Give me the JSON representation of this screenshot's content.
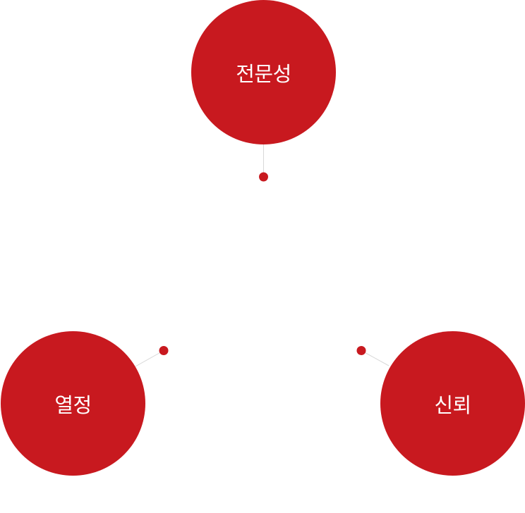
{
  "colors": {
    "accent": "#c8191f",
    "connector_line": "#d8d8d8"
  },
  "nodes": {
    "top": {
      "label": "전문성"
    },
    "left": {
      "label": "열정"
    },
    "right": {
      "label": "신뢰"
    }
  }
}
